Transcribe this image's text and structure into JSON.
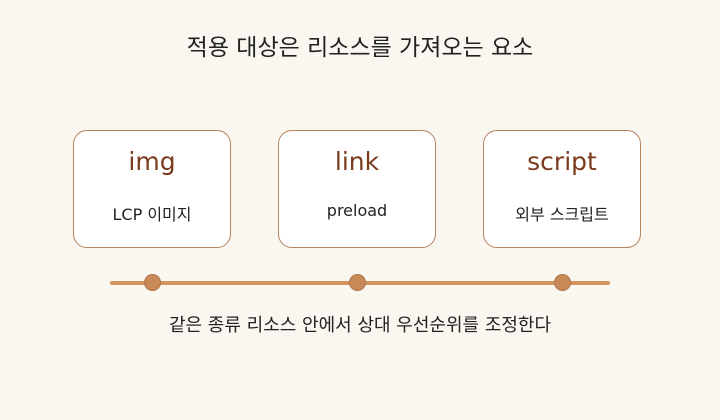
{
  "title": "적용 대상은 리소스를 가져오는 요소",
  "cards": [
    {
      "tag": "img",
      "desc": "LCP 이미지"
    },
    {
      "tag": "link",
      "desc": "preload"
    },
    {
      "tag": "script",
      "desc": "외부 스크립트"
    }
  ],
  "caption": "같은 종류 리소스 안에서 상대 우선순위를 조정한다",
  "colors": {
    "background": "#faf6f0",
    "card_border": "#b4845e",
    "tag_text": "#7a3a1c",
    "timeline": "#d4935a",
    "dot": "#c98a5a"
  }
}
